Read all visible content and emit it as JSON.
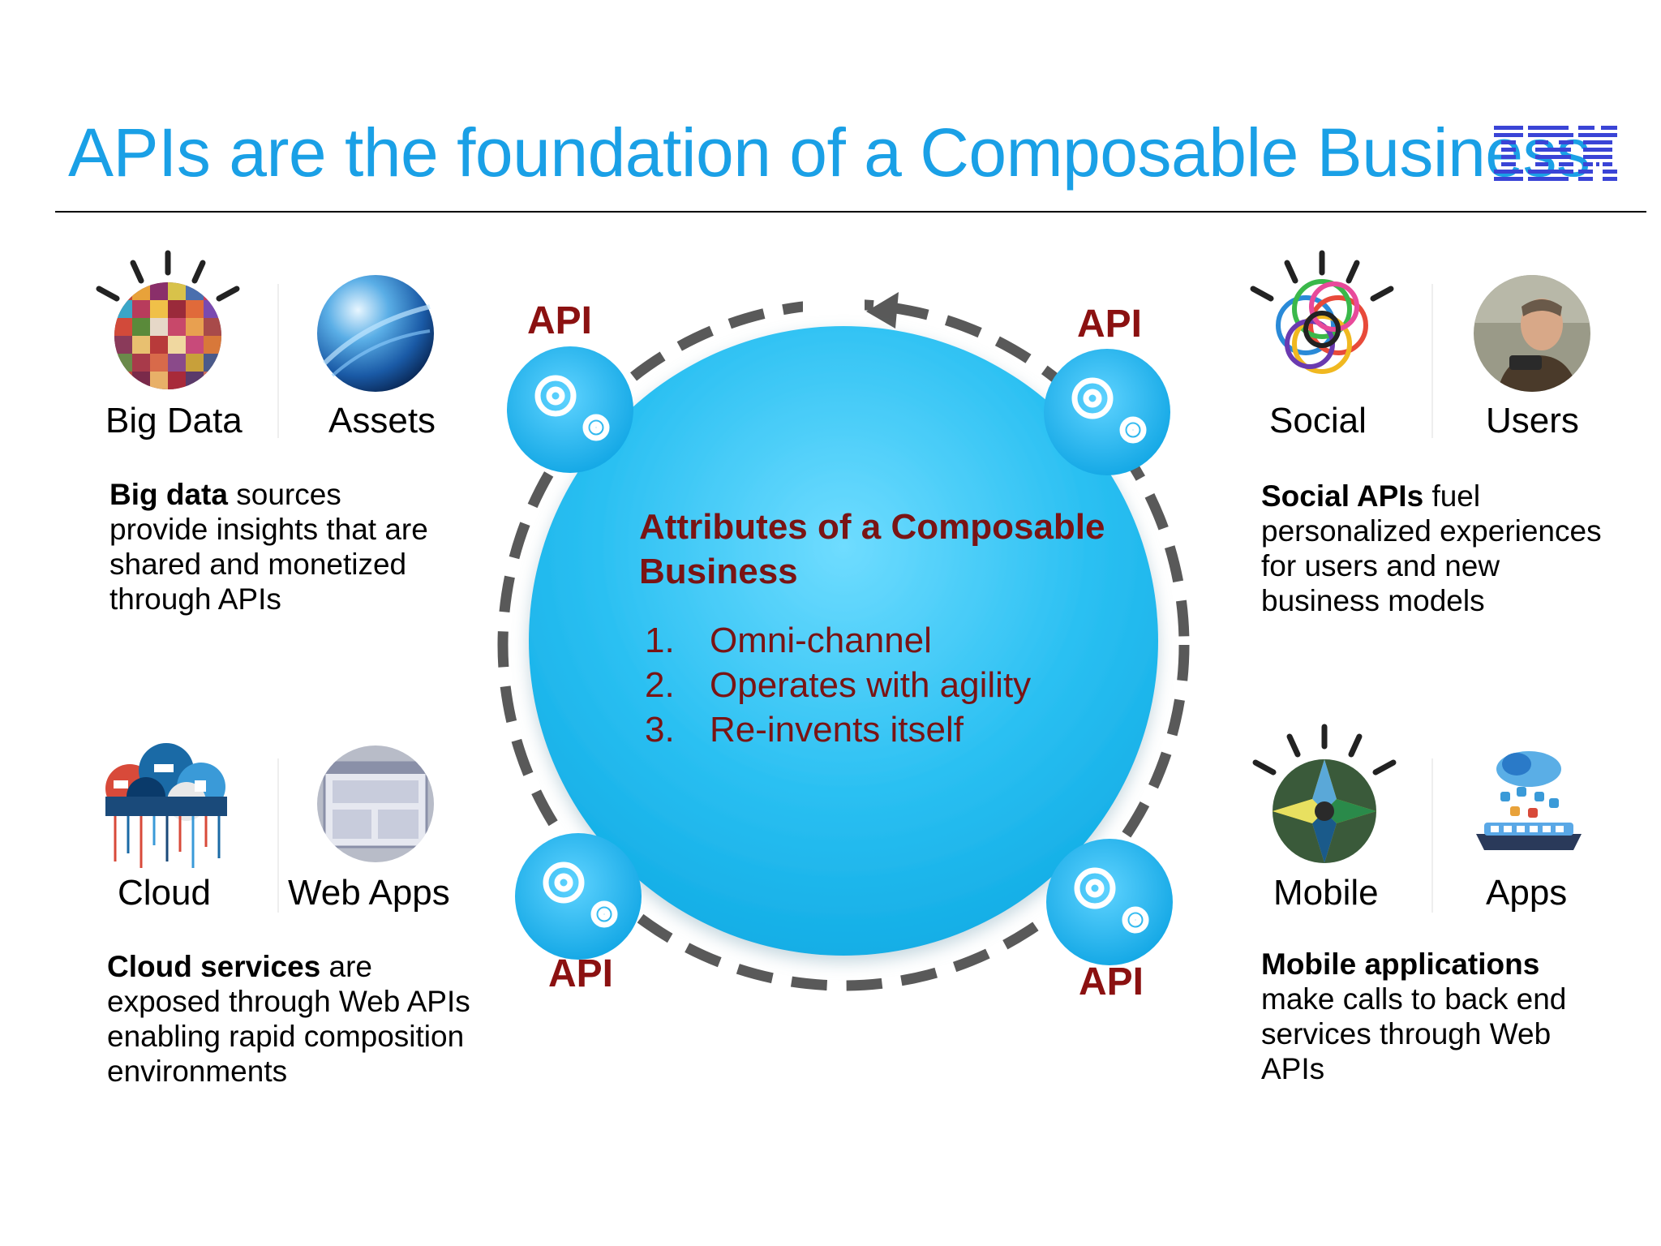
{
  "title": "APIs are the foundation of a Composable Business",
  "logo": {
    "text": "IBM",
    "color": "#3a44d6"
  },
  "center": {
    "heading_line1": "Attributes of a Composable",
    "heading_line2": "Business",
    "items": [
      {
        "num": "1.",
        "text": "Omni-channel"
      },
      {
        "num": "2.",
        "text": "Operates with agility"
      },
      {
        "num": "3.",
        "text": "Re-invents itself"
      }
    ],
    "circle_color": "#23b8ee"
  },
  "api_label": "API",
  "api_labels": {
    "tl": "API",
    "tr": "API",
    "bl": "API",
    "br": "API"
  },
  "quadrants": {
    "top_left": {
      "icons": [
        {
          "caption": "Big Data"
        },
        {
          "caption": "Assets"
        }
      ],
      "desc_bold": "Big data",
      "desc_rest1": " sources",
      "desc_line2": "provide insights that are",
      "desc_line3": "shared and monetized",
      "desc_line4": "through APIs"
    },
    "top_right": {
      "icons": [
        {
          "caption": "Social"
        },
        {
          "caption": "Users"
        }
      ],
      "desc_bold": "Social APIs",
      "desc_rest1": " fuel",
      "desc_line2": "personalized experiences",
      "desc_line3": "for users and new",
      "desc_line4": "business models"
    },
    "bottom_left": {
      "icons": [
        {
          "caption": "Cloud"
        },
        {
          "caption": "Web Apps"
        }
      ],
      "desc_bold": "Cloud services",
      "desc_rest1": " are",
      "desc_line2": "exposed through Web APIs",
      "desc_line3": "enabling rapid composition",
      "desc_line4": "environments"
    },
    "bottom_right": {
      "icons": [
        {
          "caption": "Mobile"
        },
        {
          "caption": "Apps"
        }
      ],
      "desc_bold": "Mobile applications",
      "desc_rest1": "",
      "desc_line2": "make calls to back end",
      "desc_line3": "services through Web",
      "desc_line4": "APIs"
    }
  },
  "colors": {
    "title": "#1aa0e6",
    "api_text": "#8b1111",
    "center_text": "#7a1414",
    "dash": "#595959"
  }
}
